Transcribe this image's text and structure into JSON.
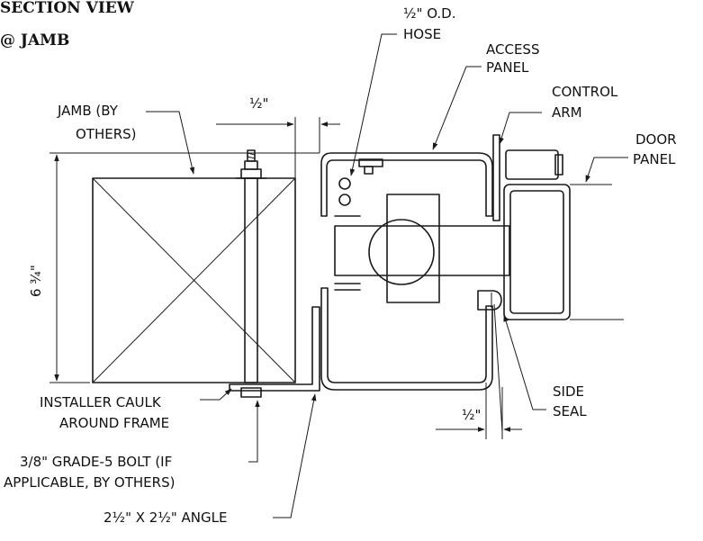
{
  "title": {
    "line1": "SECTION VIEW",
    "line2": "@ JAMB"
  },
  "labels": {
    "hose_1": "½\" O.D.",
    "hose_2": "HOSE",
    "access_1": "ACCESS",
    "access_2": "PANEL",
    "control_1": "CONTROL",
    "control_2": "ARM",
    "door_1": "DOOR",
    "door_2": "PANEL",
    "jamb_1": "JAMB (BY",
    "jamb_2": "OTHERS)",
    "half_top": "½\"",
    "height": "6 ¾\"",
    "caulk_1": "INSTALLER CAULK",
    "caulk_2": "AROUND FRAME",
    "side_1": "SIDE",
    "side_2": "SEAL",
    "half_bottom": "½\"",
    "bolt_1": "3/8\" GRADE-5 BOLT (IF",
    "bolt_2": "APPLICABLE, BY OTHERS)",
    "angle": "2½\" X 2½\" ANGLE"
  }
}
